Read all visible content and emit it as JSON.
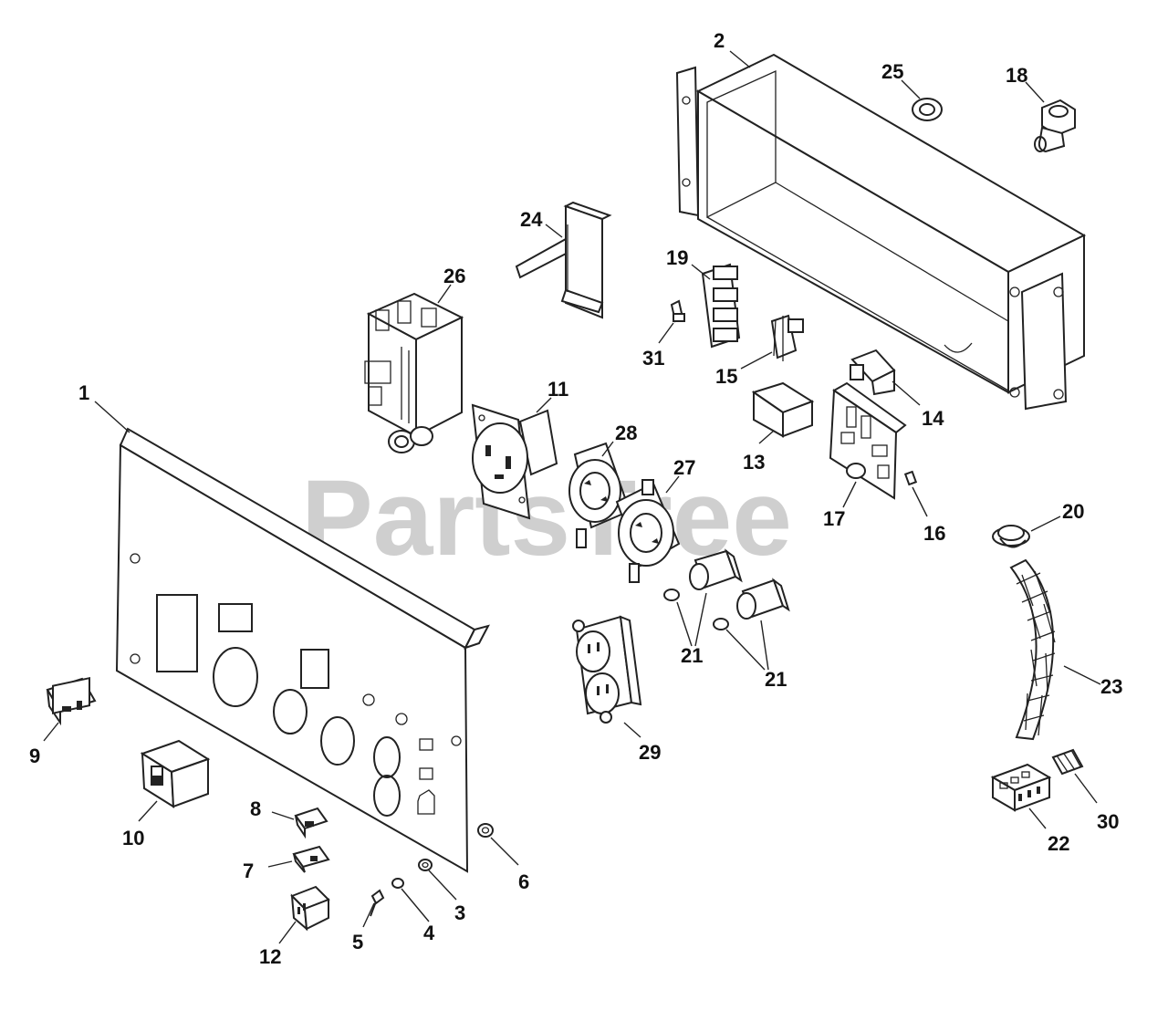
{
  "watermark": "PartsTree",
  "callouts": {
    "c1": "1",
    "c2": "2",
    "c3": "3",
    "c4": "4",
    "c5": "5",
    "c6": "6",
    "c7": "7",
    "c8": "8",
    "c9": "9",
    "c10": "10",
    "c11": "11",
    "c12": "12",
    "c13": "13",
    "c14": "14",
    "c15": "15",
    "c16": "16",
    "c17": "17",
    "c18": "18",
    "c19": "19",
    "c20": "20",
    "c21a": "21",
    "c21b": "21",
    "c22": "22",
    "c23": "23",
    "c24": "24",
    "c25": "25",
    "c26": "26",
    "c27": "27",
    "c28": "28",
    "c29": "29",
    "c30": "30",
    "c31": "31"
  },
  "colors": {
    "line": "#222222",
    "watermark": "#cfcfcf",
    "background": "#ffffff"
  }
}
